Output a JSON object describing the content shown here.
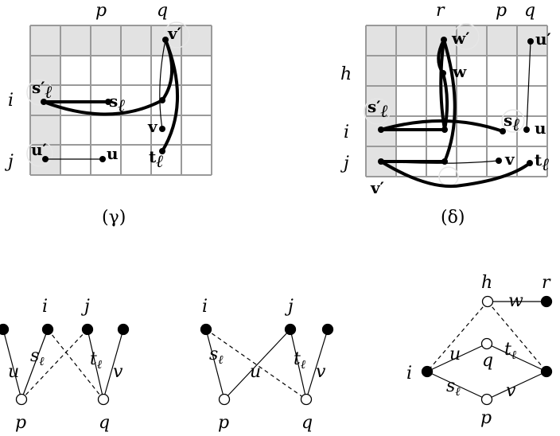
{
  "panel_gamma": {
    "caption": "(γ)",
    "col_labels": {
      "p": "p",
      "q": "q"
    },
    "row_labels": {
      "i": "i",
      "j": "j"
    },
    "vertices": {
      "v_prime": "v′",
      "s_prime": "s′",
      "s": "s",
      "v": "v",
      "t": "t",
      "u_prime": "u′",
      "u": "u",
      "sub_l": "ℓ"
    }
  },
  "panel_delta": {
    "caption": "(δ)",
    "col_labels": {
      "r": "r",
      "p": "p",
      "q": "q"
    },
    "row_labels": {
      "h": "h",
      "i": "i",
      "j": "j"
    },
    "vertices": {
      "w_prime": "w′",
      "w": "w",
      "u_prime": "u′",
      "s_prime": "s′",
      "s": "s",
      "u": "u",
      "v": "v",
      "t": "t",
      "v_prime": "v′",
      "sub_l": "ℓ"
    }
  },
  "graph_1": {
    "top": {
      "i": "i",
      "j": "j"
    },
    "bottom": {
      "p": "p",
      "q": "q"
    },
    "edges": {
      "u": "u",
      "s": "s",
      "t": "t",
      "v": "v",
      "sub_l": "ℓ"
    }
  },
  "graph_2": {
    "top": {
      "i": "i",
      "j": "j"
    },
    "bottom": {
      "p": "p",
      "q": "q"
    },
    "edges": {
      "s": "s",
      "u": "u",
      "t": "t",
      "v": "v",
      "sub_l": "ℓ"
    }
  },
  "graph_3": {
    "nodes": {
      "h": "h",
      "r": "r",
      "i": "i",
      "q": "q",
      "p": "p"
    },
    "edges": {
      "w": "w",
      "u": "u",
      "t": "t",
      "s": "s",
      "v": "v",
      "sub_l": "ℓ"
    }
  }
}
